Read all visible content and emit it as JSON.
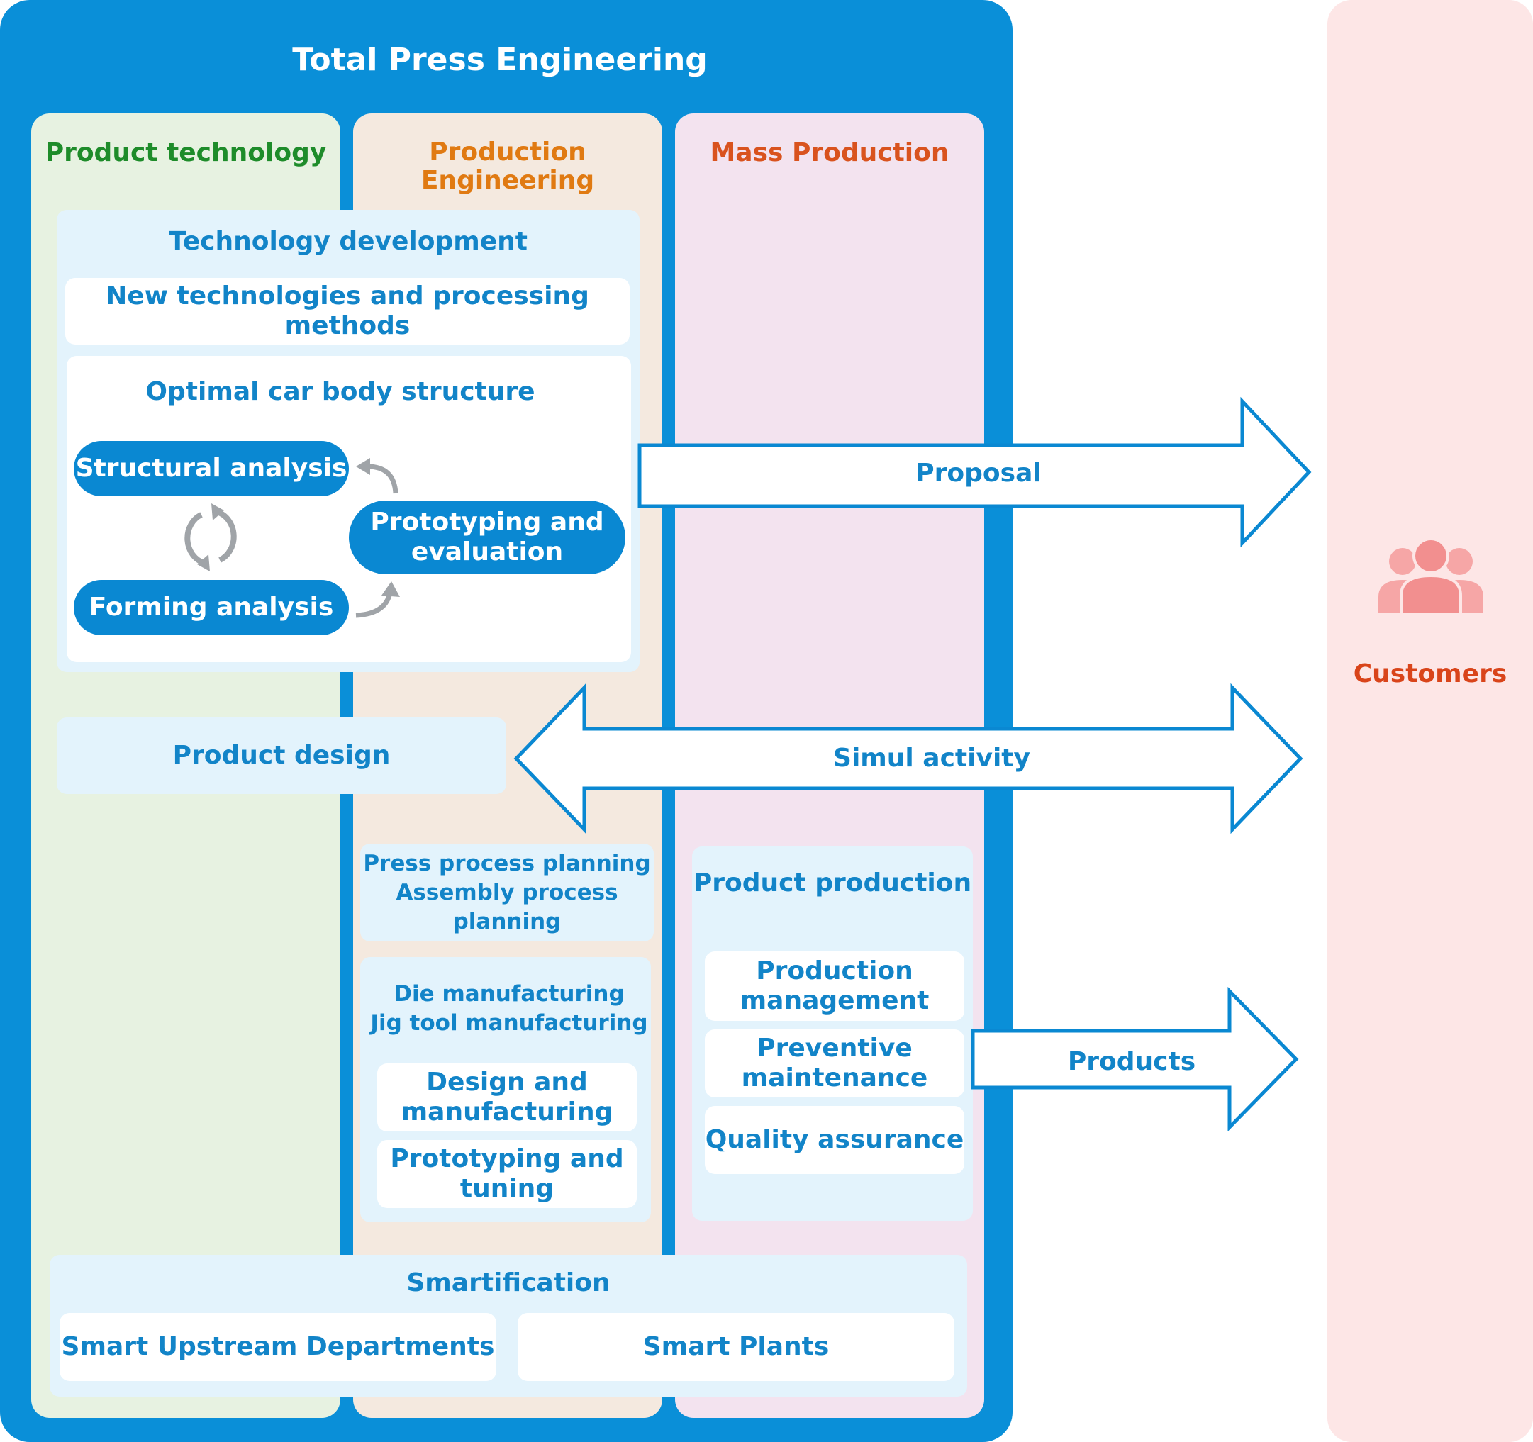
{
  "title": "Total Press Engineering",
  "columns": {
    "product_technology": "Product technology",
    "production_engineering": "Production\nEngineering",
    "mass_production": "Mass Production"
  },
  "technology_development": {
    "title": "Technology development",
    "new_tech": "New technologies and processing methods",
    "optimal_structure": {
      "title": "Optimal car body structure",
      "structural_analysis": "Structural analysis",
      "forming_analysis": "Forming analysis",
      "prototyping_evaluation": "Prototyping and\nevaluation"
    }
  },
  "product_design": "Product design",
  "production_engineering_panels": {
    "planning": "Press process planning\nAssembly process planning",
    "manufacturing": {
      "title": "Die manufacturing\nJig tool manufacturing",
      "design_manufacturing": "Design and\nmanufacturing",
      "prototyping_tuning": "Prototyping and\ntuning"
    }
  },
  "product_production": {
    "title": "Product production",
    "items": [
      "Production\nmanagement",
      "Preventive\nmaintenance",
      "Quality assurance"
    ]
  },
  "smartification": {
    "title": "Smartification",
    "upstream": "Smart Upstream Departments",
    "plants": "Smart Plants"
  },
  "arrows": {
    "proposal": "Proposal",
    "simul_activity": "Simul activity",
    "products": "Products"
  },
  "customers": {
    "label": "Customers",
    "icon": "people-group-icon"
  },
  "colors": {
    "frame_blue": "#0a8fd8",
    "product_technology": "#1e8c2a",
    "production_engineering": "#e07a12",
    "mass_production": "#d9531e",
    "customers": "#d9441a"
  }
}
